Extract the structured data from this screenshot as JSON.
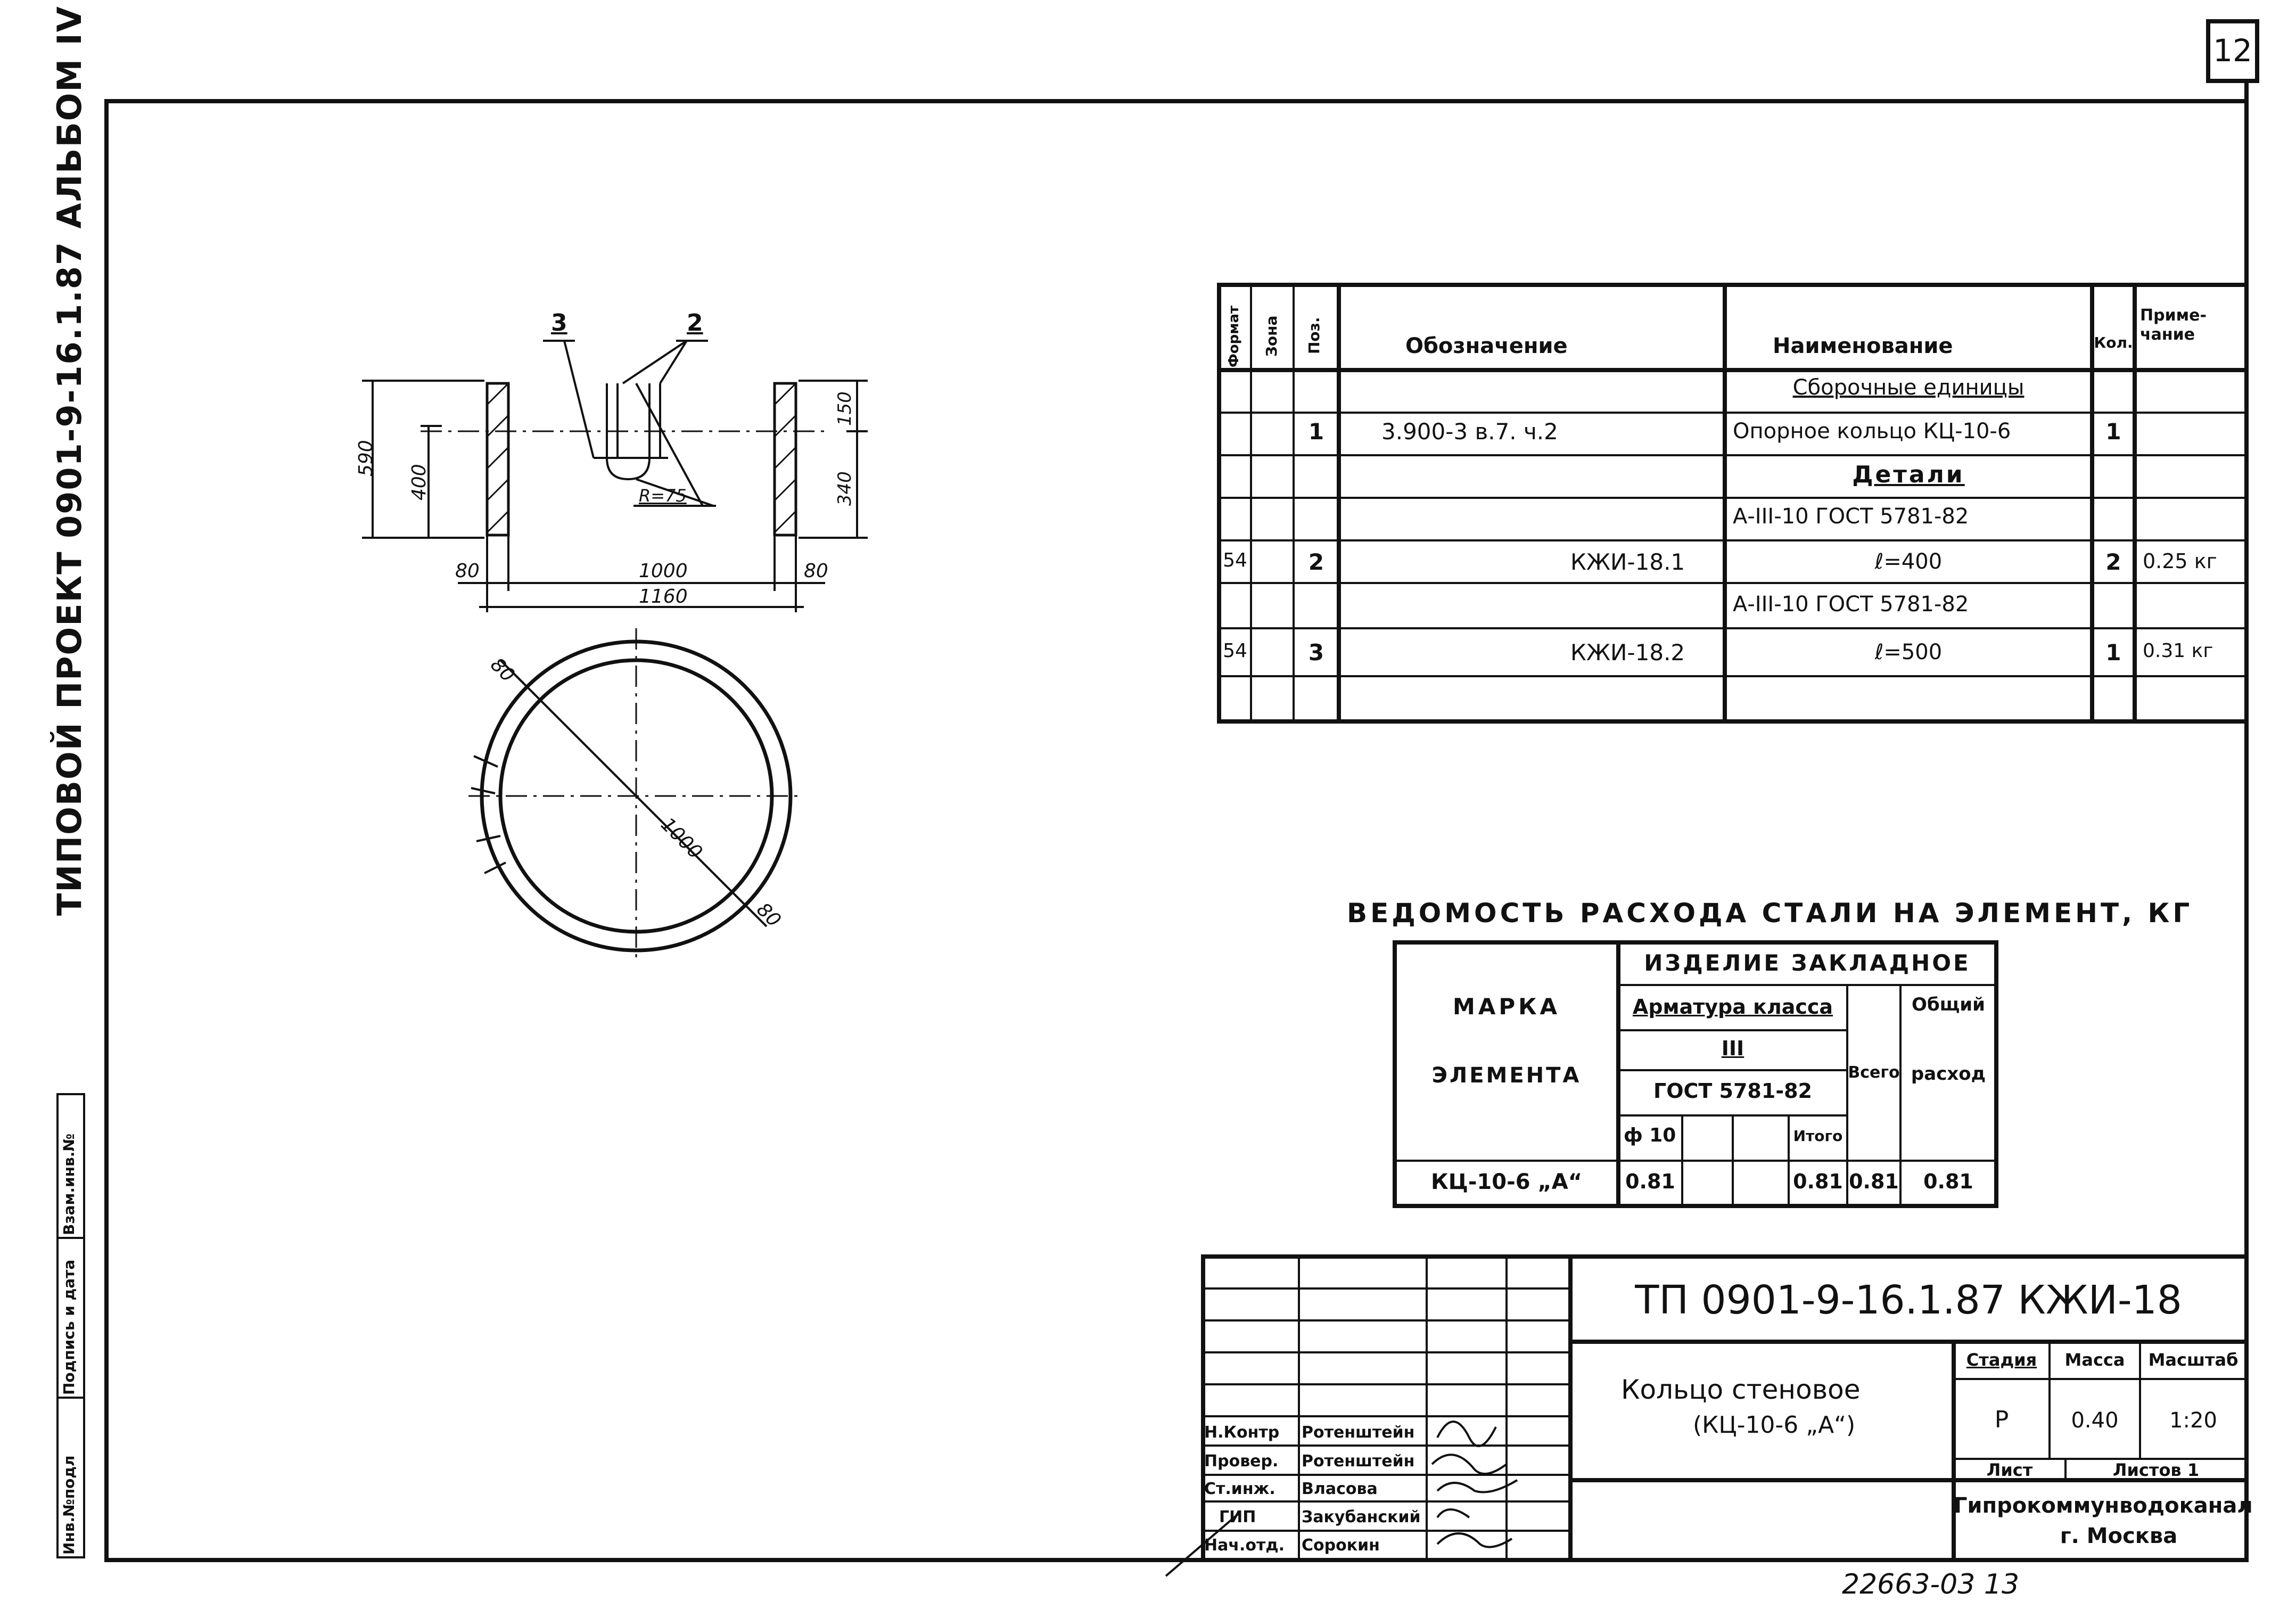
{
  "page_number": "12",
  "side": {
    "project": "ТИПОВОЙ ПРОЕКТ 0901-9-16.1.87 АЛЬБОМ IV",
    "stamp_labels": [
      "Инв.№подл",
      "Подпись и дата",
      "Взам.инв.№"
    ]
  },
  "drawing": {
    "leaders": [
      "3",
      "2"
    ],
    "dims": {
      "h590": "590",
      "h400": "400",
      "h150": "150",
      "h340": "340",
      "w80a": "80",
      "w1000": "1000",
      "w80b": "80",
      "w1160": "1160",
      "radius": "R=75",
      "ring80a": "80",
      "ring1000": "1000",
      "ring80b": "80"
    }
  },
  "spec": {
    "headers": {
      "format": "Формат",
      "zone": "Зона",
      "pos": "Поз.",
      "designation": "Обозначение",
      "name": "Наименование",
      "qty": "Кол.",
      "note": "Приме-чание"
    },
    "rows": [
      {
        "fmt": "",
        "pos": "",
        "des": "",
        "name": "Сборочные единицы",
        "qty": "",
        "note": ""
      },
      {
        "fmt": "",
        "pos": "1",
        "des": "3.900-3 в.7. ч.2",
        "name": "Опорное кольцо   КЦ-10-6",
        "qty": "1",
        "note": ""
      },
      {
        "fmt": "",
        "pos": "",
        "des": "",
        "name": "Детали",
        "qty": "",
        "note": ""
      },
      {
        "fmt": "",
        "pos": "",
        "des": "",
        "name": "А-III-10   ГОСТ 5781-82",
        "qty": "",
        "note": ""
      },
      {
        "fmt": "54",
        "pos": "2",
        "des": "КЖИ-18.1",
        "name": "ℓ=400",
        "qty": "2",
        "note": "0.25 кг"
      },
      {
        "fmt": "",
        "pos": "",
        "des": "",
        "name": "А-III-10   ГОСТ 5781-82",
        "qty": "",
        "note": ""
      },
      {
        "fmt": "54",
        "pos": "3",
        "des": "КЖИ-18.2",
        "name": "ℓ=500",
        "qty": "1",
        "note": "0.31 кг"
      },
      {
        "fmt": "",
        "pos": "",
        "des": "",
        "name": "",
        "qty": "",
        "note": ""
      }
    ]
  },
  "steel": {
    "title": "ВЕДОМОСТЬ РАСХОДА СТАЛИ НА ЭЛЕМЕНТ, КГ",
    "mark_l1": "МАРКА",
    "mark_l2": "ЭЛЕМЕНТА",
    "group": "ИЗДЕЛИЕ ЗАКЛАДНОЕ",
    "armature": "Арматура класса",
    "cls": "III",
    "gost": "ГОСТ 5781-82",
    "total": "Всего",
    "common_l1": "Общий",
    "common_l2": "расход",
    "phi": "ф 10",
    "itogo": "Итого",
    "row": {
      "mark": "КЦ-10-6 „А“",
      "phi": "0.81",
      "itogo": "0.81",
      "total": "0.81",
      "common": "0.81"
    }
  },
  "titleblock": {
    "code": "ТП 0901-9-16.1.87 КЖИ-18",
    "name_l1": "Кольцо стеновое",
    "name_l2": "(КЦ-10-6 „А“)",
    "stage_h": "Стадия",
    "mass_h": "Масса",
    "scale_h": "Масштаб",
    "stage": "Р",
    "mass": "0.40",
    "scale": "1:20",
    "sheet_h": "Лист",
    "sheets_h": "Листов 1",
    "org_l1": "Гипрокоммунводоканал",
    "org_l2": "г. Москва",
    "people": [
      {
        "role": "Н.Контр",
        "name": "Ротенштейн"
      },
      {
        "role": "Провер.",
        "name": "Ротенштейн"
      },
      {
        "role": "Ст.инж.",
        "name": "Власова"
      },
      {
        "role": "ГИП",
        "name": "Закубанский"
      },
      {
        "role": "Нач.отд.",
        "name": "Сорокин"
      }
    ]
  },
  "footer_number": "22663-03   13"
}
